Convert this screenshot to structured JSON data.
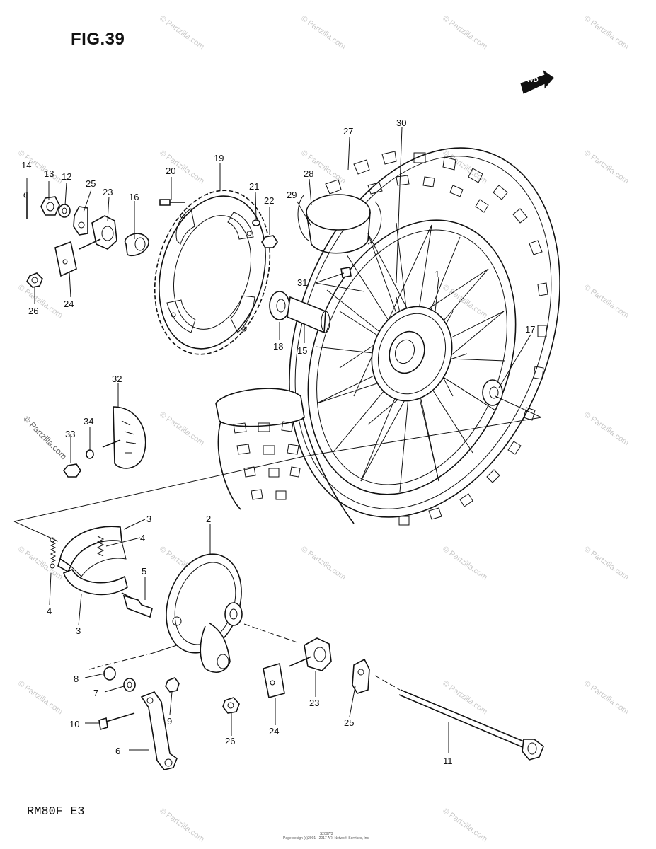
{
  "figure_title": "FIG.39",
  "model_code": "RM80F E3",
  "copyright_side": "© Partzilla.com",
  "watermark": "© Partzilla.com",
  "fwd_label": "FWD",
  "footer_line1": "S2097/3",
  "footer_line2": "Page design (c)2001 - 2017 ARI Network Services, Inc.",
  "callouts": [
    "1",
    "2",
    "3",
    "3",
    "4",
    "4",
    "5",
    "6",
    "7",
    "8",
    "9",
    "10",
    "11",
    "12",
    "13",
    "14",
    "15",
    "16",
    "17",
    "18",
    "19",
    "20",
    "21",
    "22",
    "23",
    "23",
    "24",
    "24",
    "25",
    "25",
    "26",
    "26",
    "27",
    "28",
    "29",
    "30",
    "31",
    "32",
    "33",
    "34"
  ]
}
